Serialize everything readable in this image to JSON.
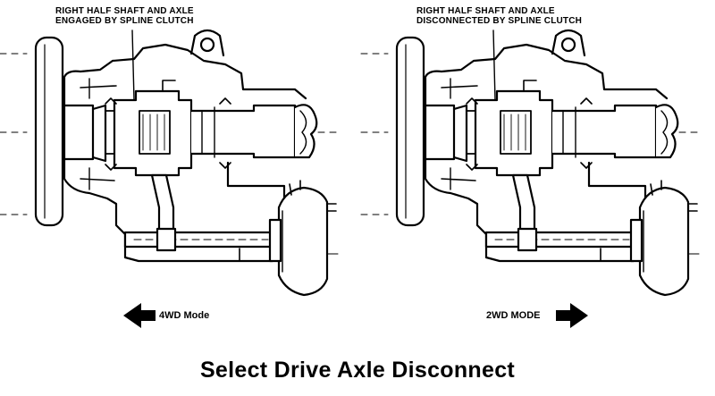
{
  "caption": "Select Drive Axle Disconnect",
  "panels": [
    {
      "label_lines": [
        "RIGHT HALF SHAFT AND AXLE",
        "ENGAGED BY SPLINE CLUTCH"
      ],
      "mode": "4WD Mode",
      "arrow_direction": "left"
    },
    {
      "label_lines": [
        "RIGHT HALF SHAFT AND AXLE",
        "DISCONNECTED BY SPLINE CLUTCH"
      ],
      "mode": "2WD MODE",
      "arrow_direction": "right"
    }
  ],
  "colors": {
    "ink": "#000000",
    "paper": "#ffffff"
  }
}
